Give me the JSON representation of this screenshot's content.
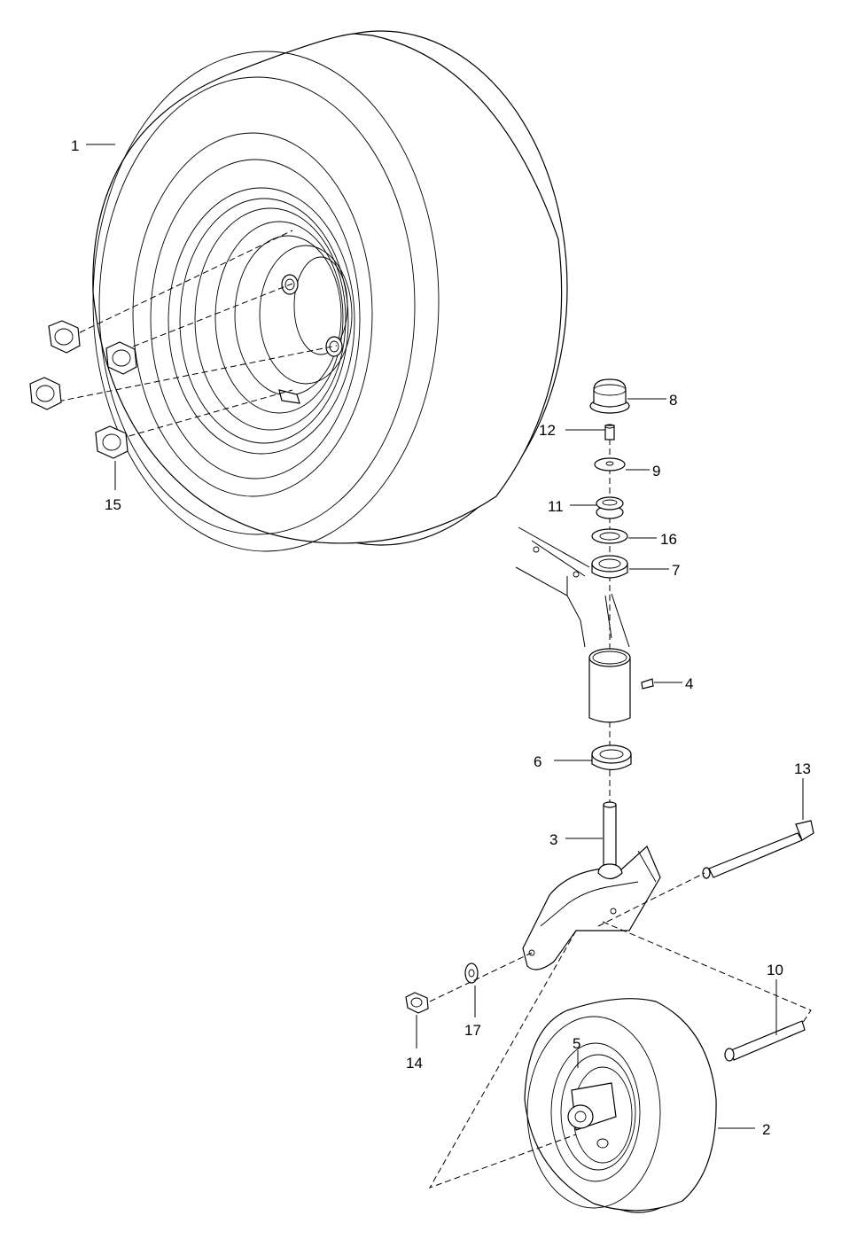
{
  "callouts": {
    "p1": "1",
    "p2": "2",
    "p3": "3",
    "p4": "4",
    "p5": "5",
    "p6": "6",
    "p7": "7",
    "p8": "8",
    "p9": "9",
    "p10": "10",
    "p11": "11",
    "p12": "12",
    "p13": "13",
    "p14": "14",
    "p15": "15",
    "p16": "16",
    "p17": "17"
  }
}
